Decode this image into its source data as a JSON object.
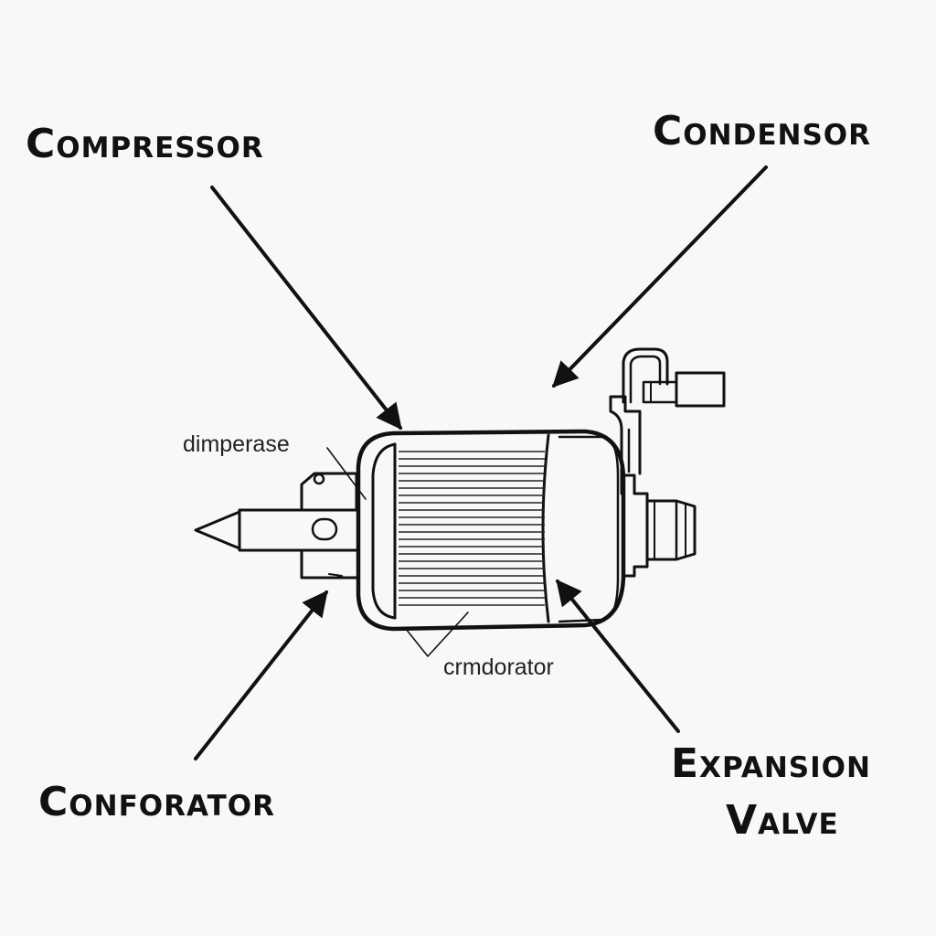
{
  "labels": {
    "compressor": "Compressor",
    "condensor": "Condensor",
    "conforator": "Conforator",
    "expansion_line1": "Expansion",
    "expansion_line2": "Valve",
    "dimperase": "dimperase",
    "crmdorator": "crmdorator"
  },
  "colors": {
    "ink": "#111111",
    "background": "#f8f8f7"
  }
}
